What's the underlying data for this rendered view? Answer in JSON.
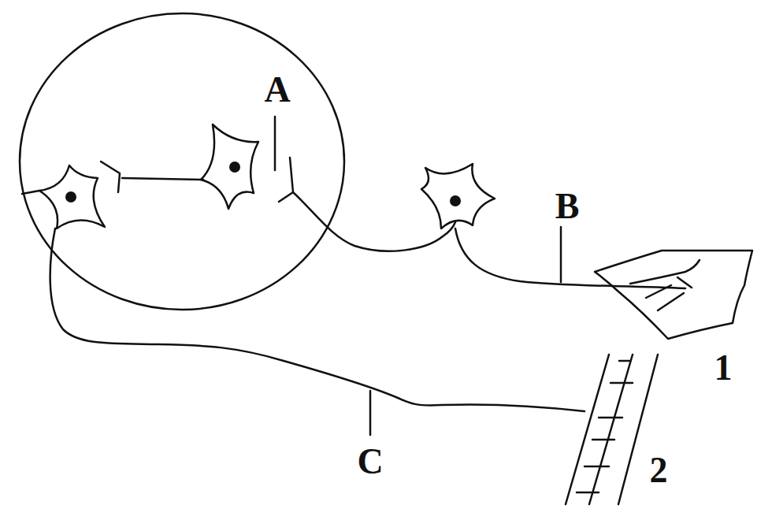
{
  "diagram": {
    "labels": [
      "A",
      "B",
      "C",
      "1",
      "2"
    ]
  }
}
